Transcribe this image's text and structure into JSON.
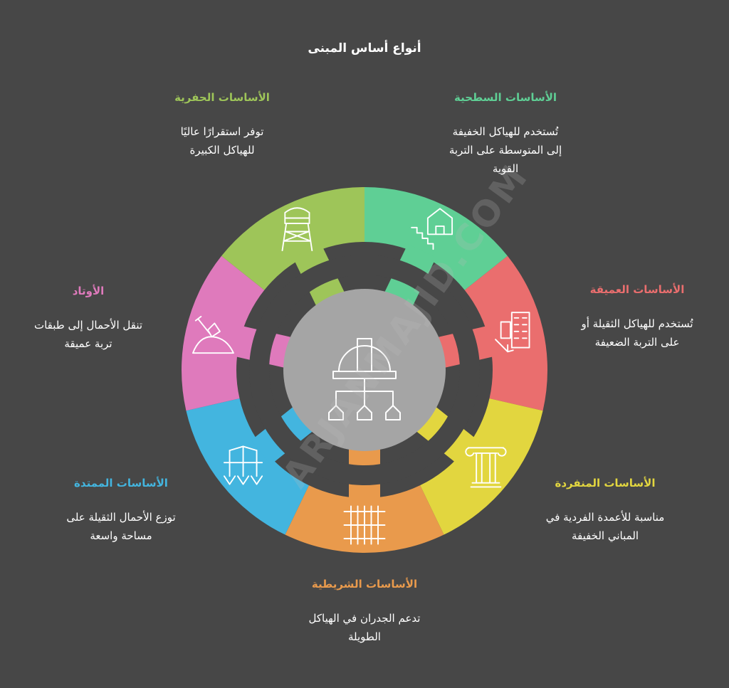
{
  "title": "أنواع أساس المبنى",
  "watermark": "ARJANMAJID.COM",
  "colors": {
    "background": "#474747",
    "center": "#a5a5a5",
    "segments": [
      "#5fcf95",
      "#ea6e6e",
      "#e2d63f",
      "#e99a4c",
      "#43b5df",
      "#df7abc",
      "#9ec559"
    ]
  },
  "center_icon": "engineer-hierarchy-icon",
  "foundations": [
    {
      "title": "الأساسات السطحية",
      "desc": [
        "تُستخدم للهياكل الخفيفة",
        "إلى المتوسطة على التربة",
        "القوية"
      ],
      "icon": "house-on-stairs-icon",
      "color": "#5fcf95"
    },
    {
      "title": "الأساسات العميقة",
      "desc": [
        "تُستخدم للهياكل الثقيلة أو",
        "على التربة الضعيفة"
      ],
      "icon": "buildings-down-arrow-icon",
      "color": "#ea6e6e"
    },
    {
      "title": "الأساسات المنفردة",
      "desc": [
        "مناسبة للأعمدة الفردية في",
        "المباني الخفيفة"
      ],
      "icon": "column-icon",
      "color": "#e2d63f"
    },
    {
      "title": "الأساسات الشريطية",
      "desc": [
        "تدعم الجدران في الهياكل",
        "الطويلة"
      ],
      "icon": "strip-wall-icon",
      "color": "#e99a4c"
    },
    {
      "title": "الأساسات الممتدة",
      "desc": [
        "توزع الأحمال الثقيلة على",
        "مساحة واسعة"
      ],
      "icon": "spread-structure-icon",
      "color": "#43b5df"
    },
    {
      "title": "الأوتاد",
      "desc": [
        "تنقل الأحمال إلى طبقات",
        "تربة عميقة"
      ],
      "icon": "shovel-soil-icon",
      "color": "#df7abc"
    },
    {
      "title": "الأساسات الحفرية",
      "desc": [
        "توفر استقرارًا عاليًا",
        "للهياكل الكبيرة"
      ],
      "icon": "water-tower-icon",
      "color": "#9ec559"
    }
  ]
}
